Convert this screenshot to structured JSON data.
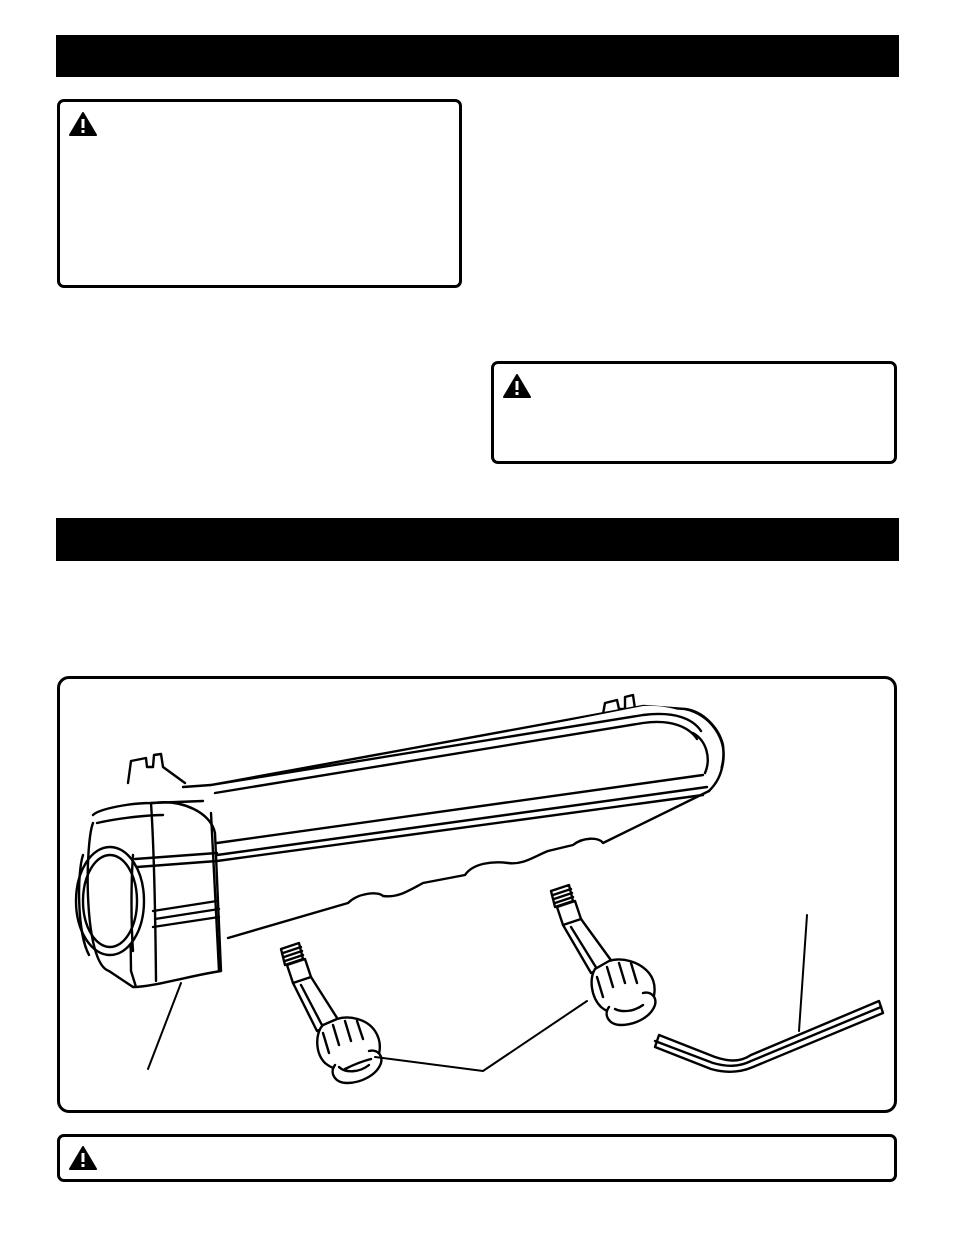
{
  "header_bar_1": {
    "title": ""
  },
  "header_bar_2": {
    "title": ""
  },
  "warning_box_1": {
    "icon": "warning-triangle-icon"
  },
  "warning_box_2": {
    "icon": "warning-triangle-icon"
  },
  "warning_box_3": {
    "icon": "warning-triangle-icon"
  },
  "figure": {
    "parts": [
      "dust-chute",
      "thumb-screw",
      "thumb-screw",
      "hex-key"
    ]
  }
}
